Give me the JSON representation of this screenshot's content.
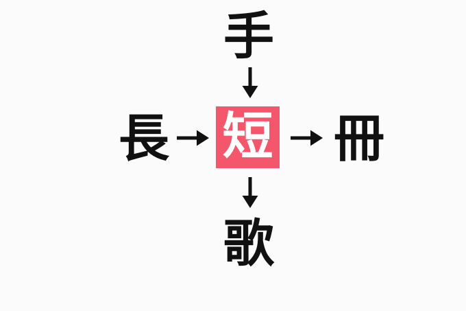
{
  "diagram": {
    "type": "kanji-association-cross",
    "background_color": "#fbfbfb",
    "highlight_color": "#f4566b",
    "text_color": "#111111",
    "highlight_text_color": "#ffffff",
    "center": {
      "label": "短",
      "role": "center-highlighted-kanji"
    },
    "nodes": {
      "top": {
        "label": "手",
        "position": "top"
      },
      "left": {
        "label": "長",
        "position": "left"
      },
      "right": {
        "label": "冊",
        "position": "right"
      },
      "bottom": {
        "label": "歌",
        "position": "bottom"
      }
    },
    "arrows": {
      "top": {
        "glyph": "↓",
        "direction": "down",
        "from": "top",
        "to": "center"
      },
      "bottom": {
        "glyph": "↓",
        "direction": "down",
        "from": "center",
        "to": "bottom"
      },
      "left": {
        "glyph": "→",
        "direction": "right",
        "from": "left",
        "to": "center"
      },
      "right": {
        "glyph": "→",
        "direction": "right",
        "from": "center",
        "to": "right"
      }
    }
  }
}
